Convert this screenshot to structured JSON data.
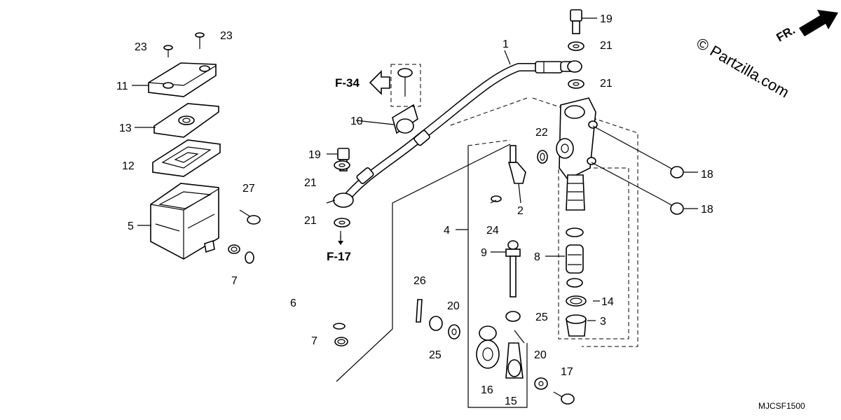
{
  "watermark": "© Partzilla.com",
  "diagram_code": "MJCSF1500",
  "direction_arrow": {
    "label": "FR.",
    "icon": "front-direction-arrow-icon"
  },
  "refs": {
    "f34": "F-34",
    "f17": "F-17"
  },
  "callouts": {
    "c1": "1",
    "c2": "2",
    "c3": "3",
    "c4": "4",
    "c5": "5",
    "c6": "6",
    "c7a": "7",
    "c7b": "7",
    "c8": "8",
    "c9": "9",
    "c10": "10",
    "c11": "11",
    "c12": "12",
    "c13": "13",
    "c14": "14",
    "c15": "15",
    "c16": "16",
    "c17": "17",
    "c18a": "18",
    "c18b": "18",
    "c19a": "19",
    "c19b": "19",
    "c20a": "20",
    "c20b": "20",
    "c21a": "21",
    "c21b": "21",
    "c21c": "21",
    "c21d": "21",
    "c22": "22",
    "c23a": "23",
    "c23b": "23",
    "c24": "24",
    "c25a": "25",
    "c25b": "25",
    "c26": "26",
    "c27": "27"
  }
}
